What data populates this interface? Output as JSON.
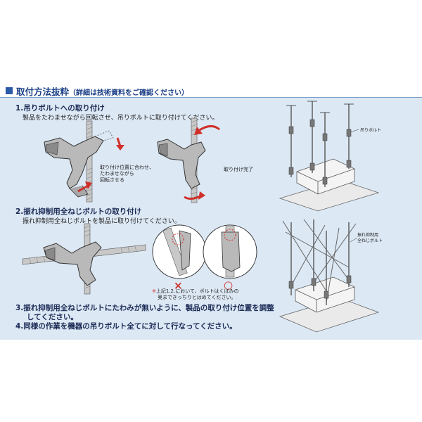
{
  "header": {
    "title": "取付方法抜粋",
    "note": "（詳細は技術資料をご確認ください）"
  },
  "step1": {
    "heading": "1.吊りボルトへの取り付け",
    "text": "製品をたわませながら回転させ、吊りボルトに取り付けてください。",
    "callout_lines": [
      "取り付け位置に合わせ、",
      "たわませながら",
      "回転させる"
    ],
    "done_label": "取り付け完了"
  },
  "step2": {
    "heading": "2.振れ抑制用全ねじボルトの取り付け",
    "text": "振れ抑制用全ねじボルトを製品に取り付けてください。",
    "wrong_mark": "×",
    "ok_mark": "○",
    "note_mark": "※",
    "note_lines": [
      "上記1.2.において、ボルトはくぼみの",
      "奥まできっちりとはめてください。"
    ]
  },
  "steps_rest": [
    "3.振れ抑制用全ねじボルトにたわみが無いように、製品の取り付け位置を調整",
    "してください。",
    "4.同様の作業を機器の吊りボルト全てに対して行なってください。"
  ],
  "side_labels": {
    "hanging_bolt": "吊りボルト",
    "sway_bolt_lines": [
      "振れ抑制用",
      "全ねじボルト"
    ]
  },
  "colors": {
    "panel_bg": "#dce8f4",
    "title_blue": "#1a3f86",
    "accent_red": "#d0302a"
  }
}
